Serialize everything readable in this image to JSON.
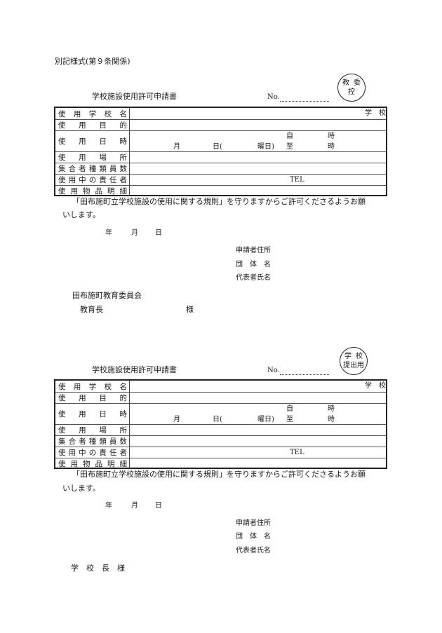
{
  "header": {
    "form_ref": "別記様式(第９条関係)"
  },
  "forms": [
    {
      "title": "学校施設使用許可申請書",
      "no_label": "No.",
      "stamp": {
        "line1": "教委",
        "line2": "控"
      },
      "rows": [
        {
          "label": "使用学校名",
          "value_suffix": "学　校"
        },
        {
          "label": "使用目的"
        },
        {
          "label": "使用日時",
          "month": "月",
          "day": "日(",
          "weekday": "曜日)",
          "from": "自",
          "to": "至",
          "hour_from": "時",
          "hour_to": "時"
        },
        {
          "label": "使用場所"
        },
        {
          "label": "集合者種類員数"
        },
        {
          "label": "使用中の責任者",
          "tel": "TEL"
        },
        {
          "label": "使用物品明細"
        }
      ],
      "request_line1": "「田布施町立学校施設の使用に関する規則」を守りますからご許可くださるようお願",
      "request_line2": "いします。",
      "date": {
        "year": "年",
        "month": "月",
        "day": "日"
      },
      "applicant": {
        "address": "申請者住所",
        "group": "団　体　名",
        "representative": "代表者氏名"
      },
      "addressee_line1": "田布施町教育委員会",
      "addressee_line2": "教育長",
      "honorific": "様"
    },
    {
      "title": "学校施設使用許可申請書",
      "no_label": "No.",
      "stamp": {
        "line1": "学校",
        "line2": "提出用"
      },
      "rows": [
        {
          "label": "使用学校名",
          "value_suffix": "学　校"
        },
        {
          "label": "使用目的"
        },
        {
          "label": "使用日時",
          "month": "月",
          "day": "日(",
          "weekday": "曜日)",
          "from": "自",
          "to": "至",
          "hour_from": "時",
          "hour_to": "時"
        },
        {
          "label": "使用場所"
        },
        {
          "label": "集合者種類員数"
        },
        {
          "label": "使用中の責任者",
          "tel": "TEL"
        },
        {
          "label": "使用物品明細"
        }
      ],
      "request_line1": "「田布施町立学校施設の使用に関する規則」を守りますからご許可くださるようお願",
      "request_line2": "いします。",
      "date": {
        "year": "年",
        "month": "月",
        "day": "日"
      },
      "applicant": {
        "address": "申請者住所",
        "group": "団　体　名",
        "representative": "代表者氏名"
      },
      "addressee_line1": "学　校　長　様"
    }
  ]
}
